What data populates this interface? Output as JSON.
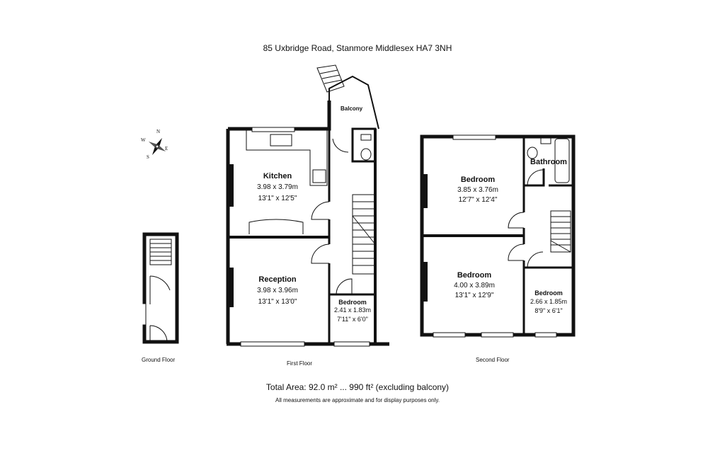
{
  "header": {
    "address": "85 Uxbridge Road, Stanmore Middlesex HA7 3NH"
  },
  "compass": {
    "n": "N",
    "s": "S",
    "e": "E",
    "w": "W"
  },
  "floors": {
    "ground": {
      "label": "Ground Floor"
    },
    "first": {
      "label": "First Floor",
      "rooms": {
        "kitchen": {
          "name": "Kitchen",
          "metric": "3.98 x 3.79m",
          "imperial": "13'1\" x 12'5\""
        },
        "reception": {
          "name": "Reception",
          "metric": "3.98 x 3.96m",
          "imperial": "13'1\" x 13'0\""
        },
        "bedroom": {
          "name": "Bedroom",
          "metric": "2.41 x 1.83m",
          "imperial": "7'11\" x 6'0\""
        },
        "balcony": {
          "name": "Balcony"
        }
      }
    },
    "second": {
      "label": "Second Floor",
      "rooms": {
        "bedroom1": {
          "name": "Bedroom",
          "metric": "3.85 x 3.76m",
          "imperial": "12'7\" x 12'4\""
        },
        "bathroom": {
          "name": "Bathroom"
        },
        "bedroom2": {
          "name": "Bedroom",
          "metric": "4.00 x 3.89m",
          "imperial": "13'1\" x 12'9\""
        },
        "bedroom3": {
          "name": "Bedroom",
          "metric": "2.66 x 1.85m",
          "imperial": "8'9\" x 6'1\""
        }
      }
    }
  },
  "footer": {
    "total_area": "Total Area: 92.0 m² ... 990 ft² (excluding balcony)",
    "disclaimer": "All measurements are approximate and for display purposes only."
  }
}
